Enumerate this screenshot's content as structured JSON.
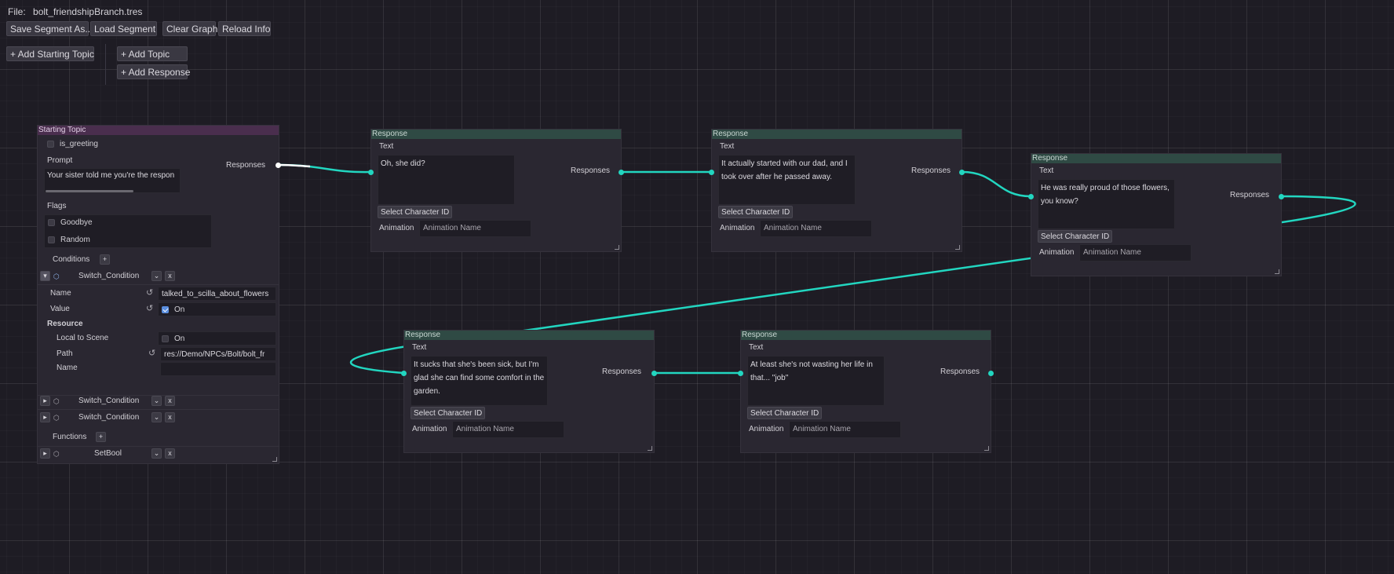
{
  "toolbar": {
    "file_label": "File:",
    "file_name": "bolt_friendshipBranch.tres",
    "save_segment": "Save Segment As...",
    "load_segment": "Load Segment",
    "clear_graph": "Clear Graph",
    "reload_info": "Reload Info",
    "add_starting_topic": "+ Add Starting Topic",
    "add_topic": "+ Add Topic",
    "add_response": "+ Add Response"
  },
  "starting_topic": {
    "title": "Starting Topic",
    "is_greeting_label": "is_greeting",
    "prompt_label": "Prompt",
    "prompt_value": "Your sister told me you're the respon",
    "responses_label": "Responses",
    "flags_label": "Flags",
    "flags": [
      "Goodbye",
      "Random"
    ],
    "conditions_label": "Conditions",
    "add_symbol": "+",
    "conditions": [
      {
        "name": "Switch_Condition",
        "expanded": true,
        "fields": {
          "name_label": "Name",
          "name_value": "talked_to_scilla_about_flowers",
          "value_label": "Value",
          "value_value": "On",
          "resource_label": "Resource",
          "local_to_scene_label": "Local to Scene",
          "local_to_scene_value": "On",
          "path_label": "Path",
          "path_value": "res://Demo/NPCs/Bolt/bolt_fr",
          "name2_label": "Name"
        }
      },
      {
        "name": "Switch_Condition",
        "expanded": false
      },
      {
        "name": "Switch_Condition",
        "expanded": false
      }
    ],
    "functions_label": "Functions",
    "functions": [
      {
        "name": "SetBool"
      }
    ],
    "remove_symbol": "x",
    "dropdown_symbol": "⌄"
  },
  "responses": [
    {
      "title": "Response",
      "text_label": "Text",
      "text": "Oh, she did?",
      "responses_label": "Responses",
      "select_char": "Select Character ID",
      "animation_label": "Animation",
      "animation_placeholder": "Animation Name"
    },
    {
      "title": "Response",
      "text_label": "Text",
      "text": "It actually started with our dad, and I took over after he passed away.",
      "responses_label": "Responses",
      "select_char": "Select Character ID",
      "animation_label": "Animation",
      "animation_placeholder": "Animation Name"
    },
    {
      "title": "Response",
      "text_label": "Text",
      "text": "He was really proud of those flowers, you know?",
      "responses_label": "Responses",
      "select_char": "Select Character ID",
      "animation_label": "Animation",
      "animation_placeholder": "Animation Name"
    },
    {
      "title": "Response",
      "text_label": "Text",
      "text": "It sucks that she's been sick, but I'm glad she can find some comfort in the garden.",
      "responses_label": "Responses",
      "select_char": "Select Character ID",
      "animation_label": "Animation",
      "animation_placeholder": "Animation Name"
    },
    {
      "title": "Response",
      "text_label": "Text",
      "text": "At least she's not wasting her life in that... \"job\"",
      "responses_label": "Responses",
      "select_char": "Select Character ID",
      "animation_label": "Animation",
      "animation_placeholder": "Animation Name"
    }
  ],
  "colors": {
    "connection": "#22d6c0",
    "response_header": "#2f4a44",
    "starting_topic_header": "#4a2e4e",
    "background": "#1e1c24"
  }
}
